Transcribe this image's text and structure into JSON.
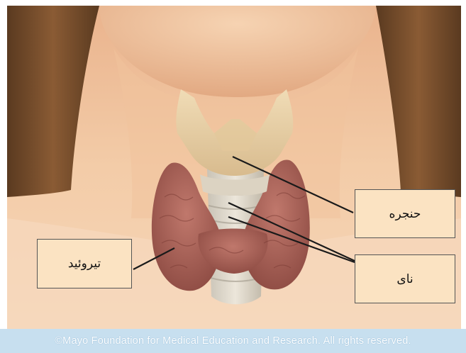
{
  "labels": {
    "larynx": "حنجره",
    "trachea": "نای",
    "thyroid": "تیروئید"
  },
  "credit": "©Mayo Foundation for Medical Education and Research.  All rights reserved.",
  "colors": {
    "hair": "#6b4424",
    "skin": "#f2c9a6",
    "cartilage": "#ead1a5",
    "thyroid": "#a45e55",
    "label_bg": "#fbe3c2",
    "credit_bg": "#c7dfef"
  }
}
